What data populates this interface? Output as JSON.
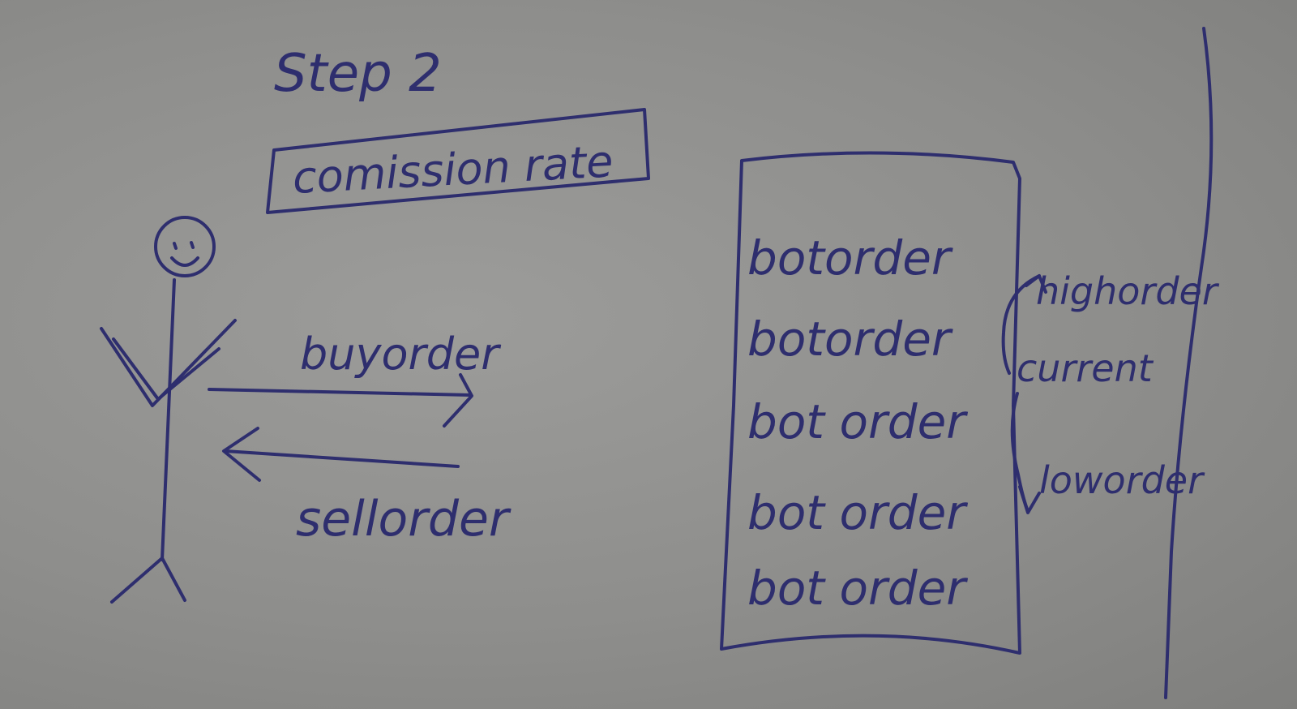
{
  "diagram": {
    "title": "Step 2",
    "commission_label": "comission rate",
    "buy_label": "buyorder",
    "sell_label": "sellorder",
    "bot_orders": [
      "botorder",
      "botorder",
      "bot order",
      "bot order",
      "bot order"
    ],
    "high_order_label": "highorder",
    "current_label": "current",
    "low_order_label": "loworder"
  },
  "colors": {
    "paper": "#8f8f8d",
    "ink": "#2e2e6e"
  }
}
